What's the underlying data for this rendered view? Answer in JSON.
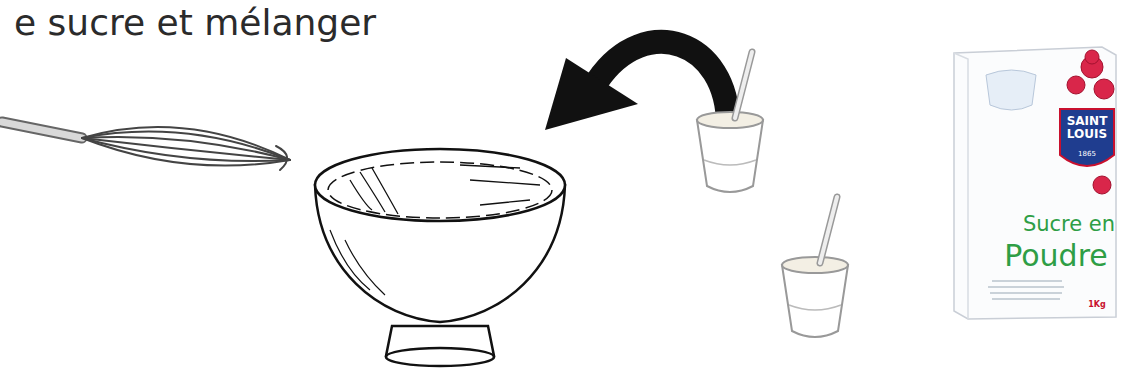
{
  "diagram": {
    "title": "e sucre et mélanger",
    "nodes": [
      {
        "text": [
          "SAINT LOUIS",
          "1865",
          "Sucre en",
          "Poudre",
          "1Kg"
        ]
      }
    ]
  }
}
